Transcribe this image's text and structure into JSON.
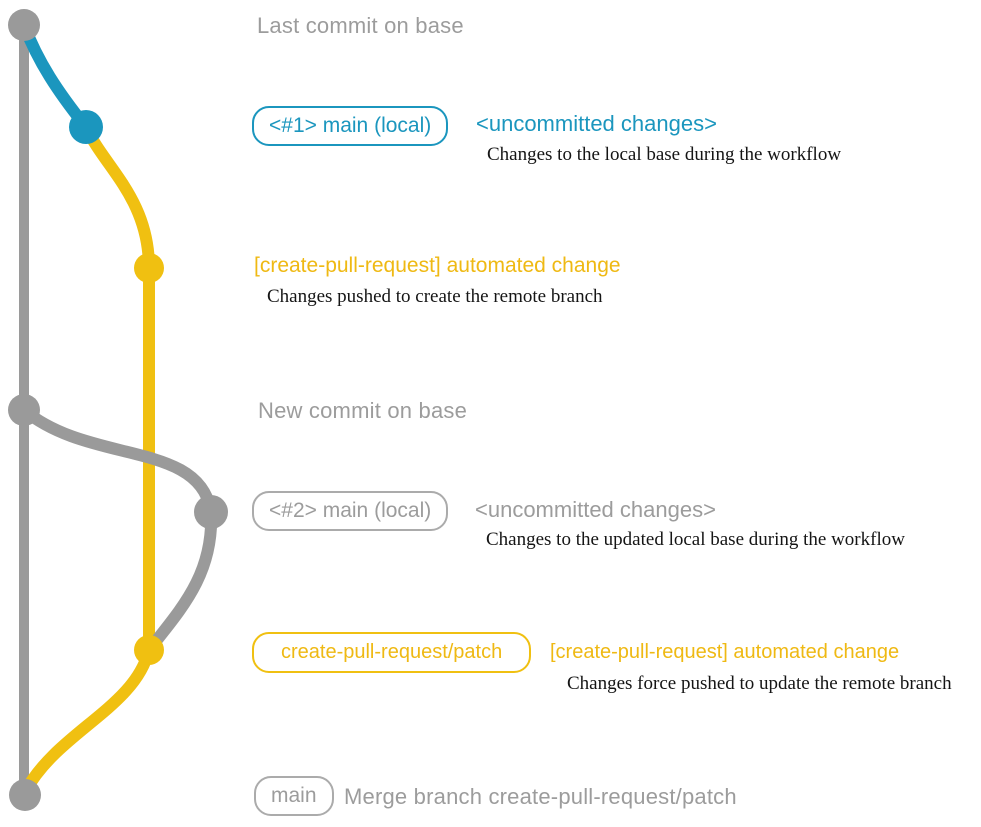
{
  "colors": {
    "background": "#ffffff",
    "base_gray": "#9a9a9a",
    "text_gray": "#9c9c9c",
    "border_gray": "#ababab",
    "blue": "#1b96be",
    "yellow": "#f0c011",
    "yellow_text": "#efb913",
    "serif_black": "#151515"
  },
  "graph": {
    "type": "git-branch-diagram",
    "branches": [
      {
        "name": "base",
        "color_key": "base_gray"
      },
      {
        "name": "main (local)",
        "color_key": "blue"
      },
      {
        "name": "create-pull-request/patch",
        "color_key": "yellow"
      }
    ],
    "commits": [
      {
        "id": "base-tip",
        "branch": "base",
        "color_key": "base_gray",
        "annotation": "Last commit on base"
      },
      {
        "id": "local-1",
        "branch": "main (local)",
        "color_key": "blue",
        "annotation": "<#1> main (local) <uncommitted changes>"
      },
      {
        "id": "cpr-1",
        "branch": "create-pull-request/patch",
        "color_key": "yellow",
        "annotation": "[create-pull-request] automated change"
      },
      {
        "id": "base-new",
        "branch": "base",
        "color_key": "base_gray",
        "annotation": "New commit on base"
      },
      {
        "id": "local-2",
        "branch": "main (local)",
        "color_key": "base_gray",
        "annotation": "<#2> main (local) <uncommitted changes>"
      },
      {
        "id": "cpr-2",
        "branch": "create-pull-request/patch",
        "color_key": "yellow",
        "annotation": "[create-pull-request] automated change (force push)"
      },
      {
        "id": "merge",
        "branch": "base",
        "color_key": "base_gray",
        "annotation": "Merge branch create-pull-request/patch"
      }
    ]
  },
  "annotations": {
    "last_commit": "Last commit on base",
    "new_commit": "New commit on base"
  },
  "row1": {
    "box_label": "<#1> main (local)",
    "status": "<uncommitted changes>",
    "note": "Changes to the local base during the workflow"
  },
  "row2": {
    "heading": "[create-pull-request] automated change",
    "note": "Changes pushed to create the remote branch"
  },
  "row3": {
    "box_label": "<#2> main (local)",
    "status": "<uncommitted changes>",
    "note": "Changes to the updated local base during the workflow"
  },
  "row4": {
    "box_label": "create-pull-request/patch",
    "heading": "[create-pull-request] automated change",
    "note": "Changes force pushed to update the remote branch"
  },
  "row5": {
    "box_label": "main",
    "message": "Merge branch create-pull-request/patch"
  }
}
